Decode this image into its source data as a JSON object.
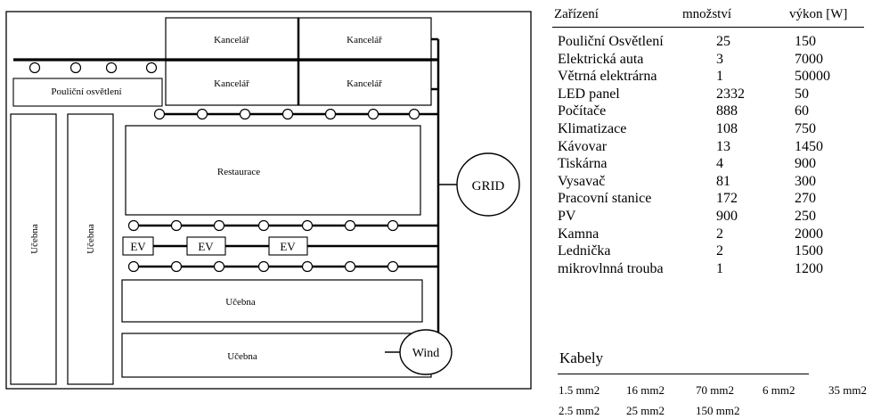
{
  "diagram": {
    "labels": {
      "office": "Kancelář",
      "street_lighting": "Pouliční osvětlení",
      "restaurant": "Restaurace",
      "classroom": "Učebna",
      "ev": "EV",
      "grid": "GRID",
      "wind": "Wind"
    }
  },
  "table": {
    "headers": {
      "device": "Zařízení",
      "quantity": "množství",
      "power": "výkon [W]"
    },
    "rows": [
      {
        "device": "Pouliční Osvětlení",
        "quantity": "25",
        "power": "150"
      },
      {
        "device": "Elektrická auta",
        "quantity": "3",
        "power": "7000"
      },
      {
        "device": "Větrná elektrárna",
        "quantity": "1",
        "power": "50000"
      },
      {
        "device": "LED panel",
        "quantity": "2332",
        "power": "50"
      },
      {
        "device": "Počítače",
        "quantity": "888",
        "power": "60"
      },
      {
        "device": "Klimatizace",
        "quantity": "108",
        "power": "750"
      },
      {
        "device": "Kávovar",
        "quantity": "13",
        "power": "1450"
      },
      {
        "device": "Tiskárna",
        "quantity": "4",
        "power": "900"
      },
      {
        "device": "Vysavač",
        "quantity": "81",
        "power": "300"
      },
      {
        "device": "Pracovní stanice",
        "quantity": "172",
        "power": "270"
      },
      {
        "device": "PV",
        "quantity": "900",
        "power": "250"
      },
      {
        "device": "Kamna",
        "quantity": "2",
        "power": "2000"
      },
      {
        "device": "Lednička",
        "quantity": "2",
        "power": "1500"
      },
      {
        "device": "mikrovlnná trouba",
        "quantity": "1",
        "power": "1200"
      }
    ]
  },
  "cables": {
    "title": "Kabely",
    "items": [
      "1.5 mm2",
      "16 mm2",
      "70 mm2",
      "6 mm2",
      "35 mm2",
      "2.5 mm2",
      "25 mm2",
      "150 mm2"
    ]
  }
}
